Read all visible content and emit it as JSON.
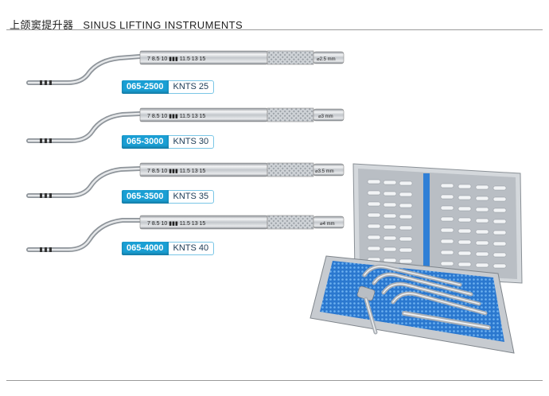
{
  "header": {
    "title_cn": "上颌窦提升器",
    "title_en": "SINUS LIFTING INSTRUMENTS"
  },
  "instruments": [
    {
      "code": "065-2500",
      "name": "KNTS 25",
      "scale": "7 8.5 10 ▮▮▮ 11.5 13 15",
      "diameter": "⌀2.5 mm"
    },
    {
      "code": "065-3000",
      "name": "KNTS 30",
      "scale": "7 8.5 10 ▮▮▮ 11.5 13 15",
      "diameter": "⌀3 mm"
    },
    {
      "code": "065-3500",
      "name": "KNTS 35",
      "scale": "7 8.5 10 ▮▮▮ 11.5 13 15",
      "diameter": "⌀3.5 mm"
    },
    {
      "code": "065-4000",
      "name": "KNTS 40",
      "scale": "7 8.5 10 ▮▮▮ 11.5 13 15",
      "diameter": "⌀4 mm"
    }
  ],
  "colors": {
    "accent": "#1a9fd4",
    "steel": "#c9ccd0",
    "tray_blue": "#2f7fd6"
  }
}
